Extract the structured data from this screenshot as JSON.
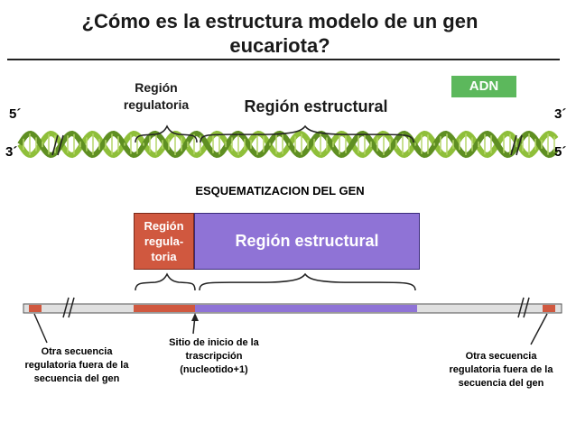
{
  "title": "¿Cómo es la estructura modelo de un gen eucariota?",
  "badge": "ADN",
  "helix": {
    "region_regulatoria_label": "Región regulatoria",
    "region_estructural_label": "Región estructural",
    "end_top_left": "5´",
    "end_top_right": "3´",
    "end_bottom_left": "3´",
    "end_bottom_right": "5´"
  },
  "schema": {
    "title": "ESQUEMATIZACION DEL GEN",
    "box_regulatoria": "Región regula- toria",
    "box_estructural": "Región estructural"
  },
  "notes": {
    "left": "Otra secuencia regulatoria fuera de la secuencia del gen",
    "middle": "Sitio de inicio de la trascripción (nucleotido+1)",
    "right": "Otra secuencia regulatoria fuera de la secuencia del gen"
  },
  "colors": {
    "helix_green": "#8fbf3a",
    "helix_dark": "#4f7a1a",
    "regulatoria": "#d0583f",
    "estructural": "#8f73d6",
    "badge": "#5cb85c"
  }
}
